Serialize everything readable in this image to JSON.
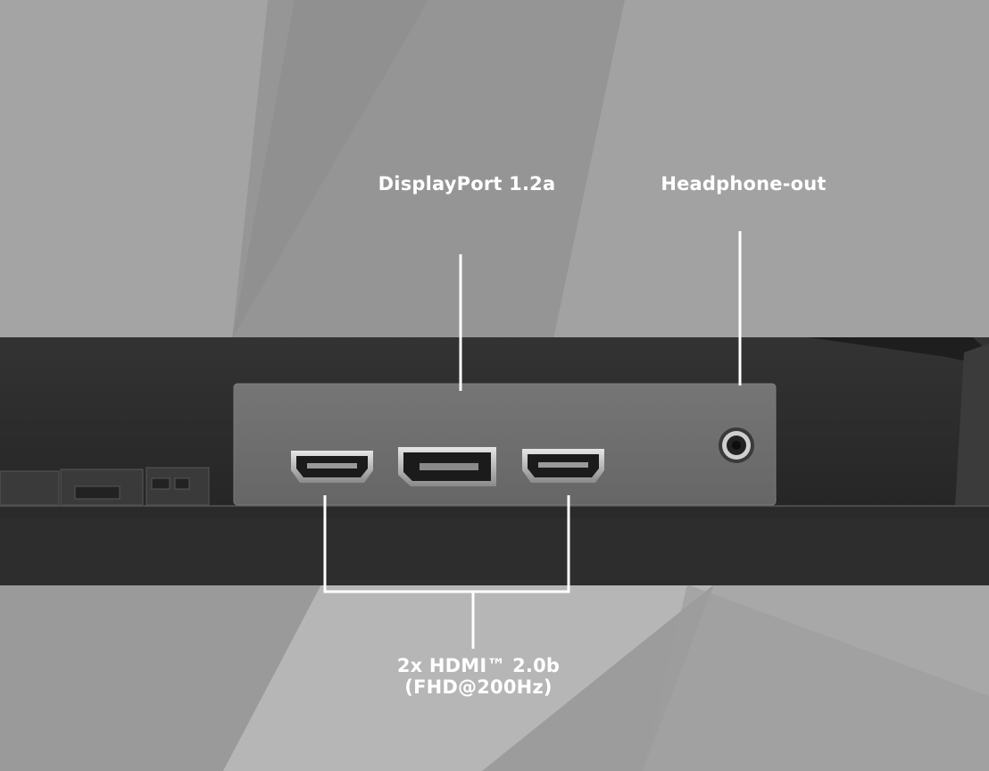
{
  "callouts": {
    "displayport": "DisplayPort 1.2a",
    "headphone": "Headphone-out",
    "hdmi_line1": "2x HDMI™ 2.0b",
    "hdmi_line2": "(FHD@200Hz)"
  },
  "colors": {
    "background": "#9a9a9a",
    "monitor_body": "#2b2b2b",
    "port_panel": "#6e6e6e",
    "callout_line": "#ffffff"
  },
  "icons": [
    "hdmi-port-icon",
    "displayport-port-icon",
    "headphone-jack-icon"
  ]
}
